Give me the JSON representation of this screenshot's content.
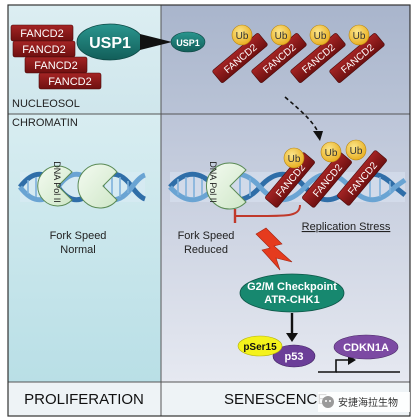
{
  "labels": {
    "fancd2": "FANCD2",
    "usp1": "USP1",
    "ub": "Ub",
    "dna_pol": "DNA Pol II",
    "nucleosol": "NUCLEOSOL",
    "chromatin": "CHROMATIN",
    "fork_speed_normal": [
      "Fork Speed",
      "Normal"
    ],
    "fork_speed_reduced": [
      "Fork Speed",
      "Reduced"
    ],
    "replication_stress": "Replication Stress",
    "checkpoint": [
      "G2/M Checkpoint",
      "ATR-CHK1"
    ],
    "pser15": "pSer15",
    "p53": "p53",
    "cdkn1a": "CDKN1A",
    "proliferation": "PROLIFERATION",
    "senescence": "SENESCENCE",
    "watermark": "安捷海拉生物"
  },
  "colors": {
    "fancd2_red": "#8b1a1a",
    "usp1_teal": "#1d7a74",
    "ub_yellow": "#f2c63a",
    "checkpoint_green": "#17886f",
    "cdkn1a_purple": "#7c4aa3",
    "p53_purple": "#6b3e98",
    "pser15_yellow": "#f4f21c",
    "stress_red": "#c0392b",
    "bolt_red": "#e53b1e"
  }
}
